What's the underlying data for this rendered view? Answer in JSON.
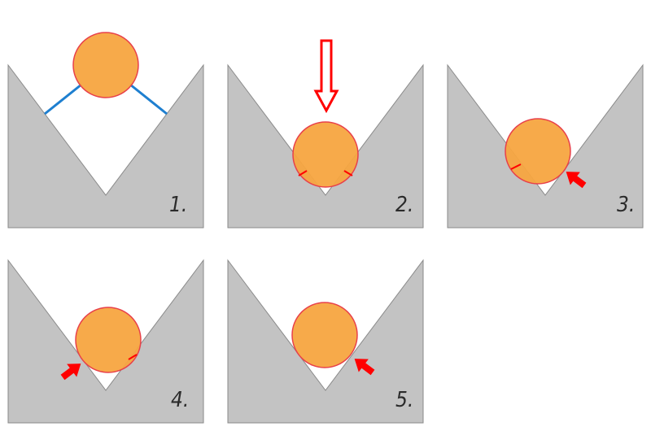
{
  "figure": {
    "colors": {
      "groove": "#c3c3c3",
      "groove_edge": "#8a8a8a",
      "ball_fill": "#f7a540",
      "ball_stroke": "#e8404a",
      "contact_line": "#1e7fd0",
      "arrow": "#ff0000"
    },
    "panels": [
      {
        "label": "1."
      },
      {
        "label": "2."
      },
      {
        "label": "3."
      },
      {
        "label": "4."
      },
      {
        "label": "5."
      }
    ]
  }
}
